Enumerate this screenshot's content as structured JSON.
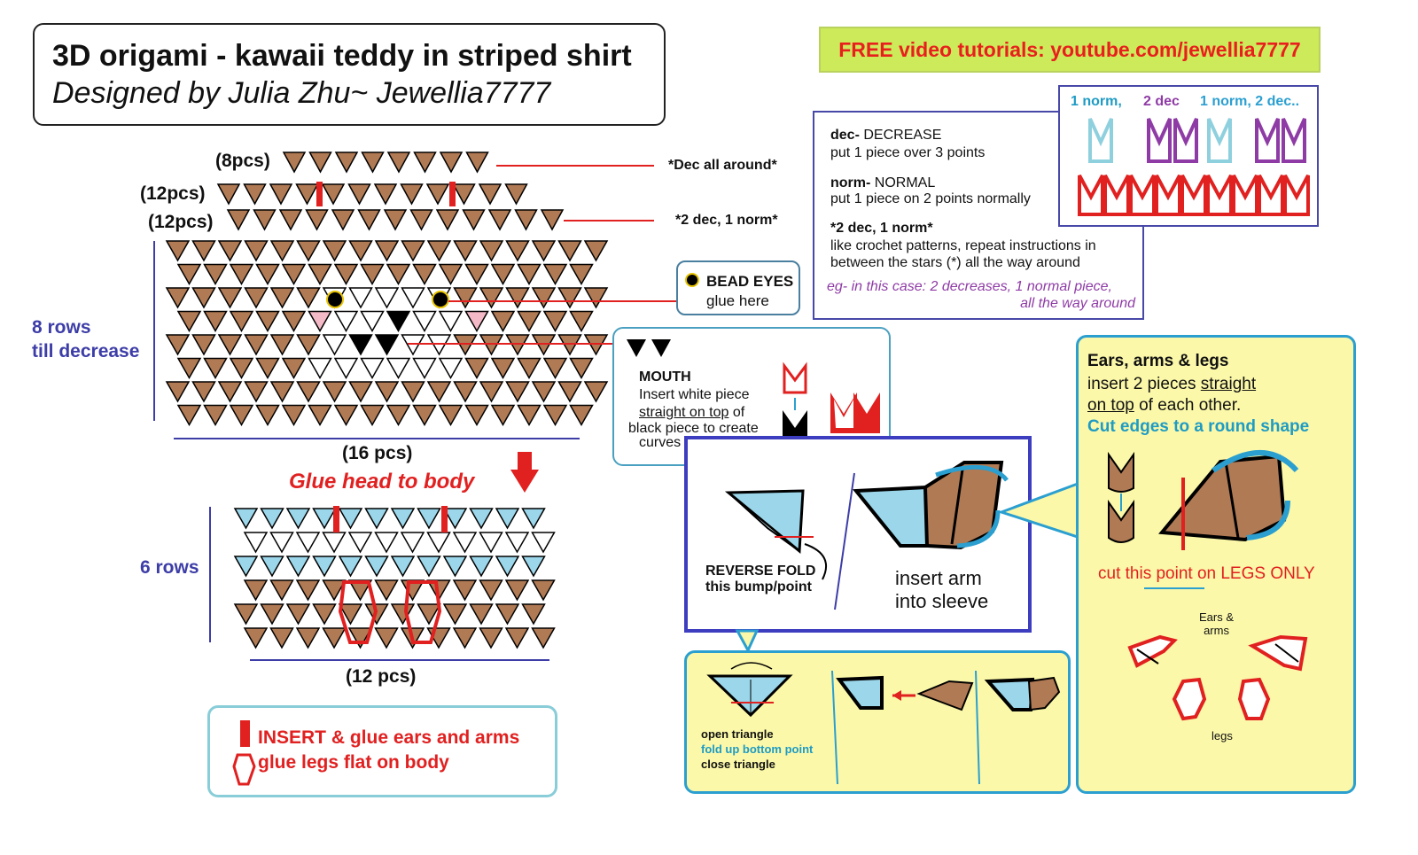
{
  "title": {
    "line1": "3D origami - kawaii teddy in striped shirt",
    "line2": "Designed by Julia Zhu~ Jewellia7777"
  },
  "banner": "FREE video tutorials: youtube.com/jewellia7777",
  "legend": {
    "dec_key": "dec-",
    "dec_word": " DECREASE",
    "dec_desc": "put 1 piece over 3 points",
    "norm_key": "norm-",
    "norm_word": " NORMAL",
    "norm_desc": "put 1 piece on 2 points normally",
    "pattern_key": "*2 dec, 1 norm*",
    "pattern_desc1": "like crochet patterns, repeat instructions in",
    "pattern_desc2": "between the stars (*) all the way around",
    "eg1": "eg- in this case: 2 decreases, 1 normal piece,",
    "eg2": "all the way around"
  },
  "pattern_box": {
    "label1": "1 norm,",
    "label2": "2 dec",
    "label3": "1 norm, 2 dec.."
  },
  "head": {
    "row1_label": "(8pcs)",
    "row2_label": "(12pcs)",
    "row3_label": "(12pcs)",
    "bottom_label": "(16 pcs)",
    "rows_label1": "8 rows",
    "rows_label2": "till decrease",
    "dec_note": "*Dec all around*",
    "pattern_note": "*2 dec, 1 norm*"
  },
  "glue_head": "Glue head to body",
  "body": {
    "rows_label": "6 rows",
    "bottom_label": "(12 pcs)"
  },
  "eyes": {
    "title": "BEAD EYES",
    "sub": "glue here"
  },
  "mouth": {
    "title": "MOUTH",
    "l1": "Insert white piece",
    "l2a": "straight on top",
    "l2b": " of",
    "l3": "black piece to create",
    "l4": "curves of mouth"
  },
  "arm": {
    "rf1": "REVERSE FOLD",
    "rf2": "this bump/point",
    "ins1": "insert arm",
    "ins2": "into sleeve"
  },
  "steps": {
    "s1": "open triangle",
    "s2": "fold up bottom point",
    "s3": "close triangle"
  },
  "ears": {
    "title": "Ears, arms & legs",
    "l1a": "insert 2 pieces ",
    "l1b": "straight",
    "l2a": "on top",
    "l2b": " of each other.",
    "cut": "Cut edges to a round shape",
    "cut_legs_a": "cut ",
    "cut_legs_b": "this point",
    "cut_legs_c": " on LEGS ONLY",
    "ears_arms1": "Ears &",
    "ears_arms2": "arms",
    "legs": "legs"
  },
  "key": {
    "insert": "INSERT & glue ears and arms",
    "legs": "glue legs flat on body"
  },
  "colors": {
    "brown": "#b07a54",
    "light_blue": "#9bd6ea",
    "pink": "#f4b9c6",
    "red": "#e12020",
    "accent_blue": "#3d3da8",
    "cyan": "#2b9fd0",
    "yellow": "#fbf8a9"
  }
}
